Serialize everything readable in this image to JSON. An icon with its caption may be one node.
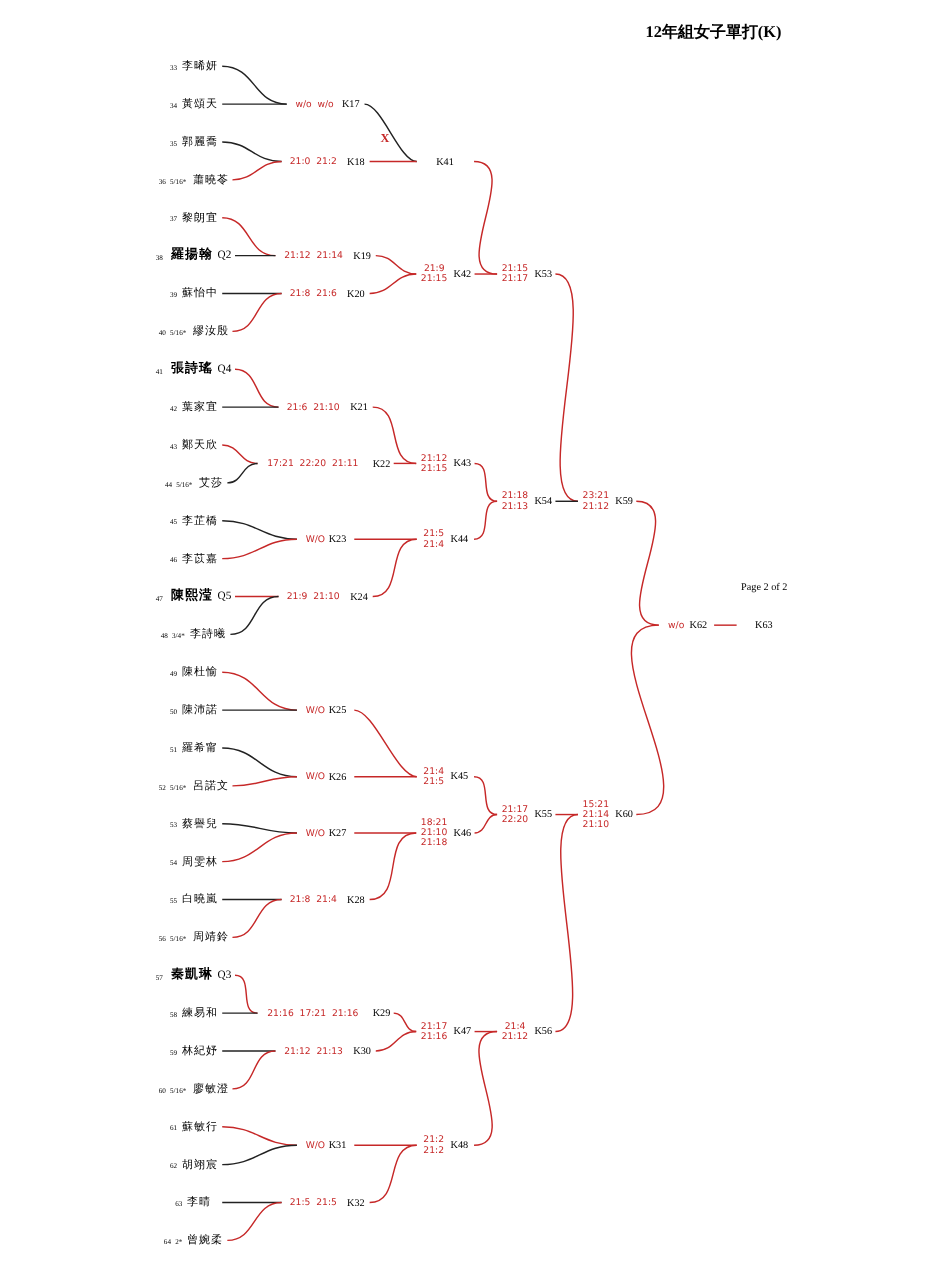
{
  "diagram": {
    "title": "12年組女子單打(K)",
    "nodes": [
      {
        "text": [
          "李晞妍"
        ],
        "beside": [
          "33"
        ]
      },
      {
        "text": [
          "黃頌天"
        ],
        "beside": [
          "34"
        ]
      },
      {
        "text": [
          "郭麗喬"
        ],
        "beside": [
          "35"
        ]
      },
      {
        "text": [
          "蕭曉苓"
        ],
        "beside": [
          "36",
          "5/16*"
        ]
      },
      {
        "text": [
          "黎朗宜"
        ],
        "beside": [
          "37"
        ]
      },
      {
        "text": [
          "羅揚翰",
          "Q2"
        ],
        "beside": [
          "38"
        ]
      },
      {
        "text": [
          "蘇怡中"
        ],
        "beside": [
          "39"
        ]
      },
      {
        "text": [
          "繆汝殷"
        ],
        "beside": [
          "40",
          "5/16*"
        ]
      },
      {
        "text": [
          "張詩瑤",
          "Q4"
        ],
        "beside": [
          "41"
        ]
      },
      {
        "text": [
          "葉家宜"
        ],
        "beside": [
          "42"
        ]
      },
      {
        "text": [
          "鄭天欣"
        ],
        "beside": [
          "43"
        ]
      },
      {
        "text": [
          "艾莎"
        ],
        "beside": [
          "44",
          "5/16*"
        ]
      },
      {
        "text": [
          "李芷橋"
        ],
        "beside": [
          "45"
        ]
      },
      {
        "text": [
          "李苡嘉"
        ],
        "beside": [
          "46"
        ]
      },
      {
        "text": [
          "陳熙滢",
          "Q5"
        ],
        "beside": [
          "47"
        ]
      },
      {
        "text": [
          "李詩曦"
        ],
        "beside": [
          "48",
          "3/4*"
        ]
      },
      {
        "text": [
          "陳杜愉"
        ],
        "beside": [
          "49"
        ]
      },
      {
        "text": [
          "陳沛諾"
        ],
        "beside": [
          "50"
        ]
      },
      {
        "text": [
          "羅希甯"
        ],
        "beside": [
          "51"
        ]
      },
      {
        "text": [
          "呂諾文"
        ],
        "beside": [
          "52",
          "5/16*"
        ]
      },
      {
        "text": [
          "蔡譽兒"
        ],
        "beside": [
          "53"
        ]
      },
      {
        "text": [
          "周雯林"
        ],
        "beside": [
          "54"
        ]
      },
      {
        "text": [
          "白曉嵐"
        ],
        "beside": [
          "55"
        ]
      },
      {
        "text": [
          "周靖鈴"
        ],
        "beside": [
          "56",
          "5/16*"
        ]
      },
      {
        "text": [
          "秦凱琳",
          "Q3"
        ],
        "beside": [
          "57"
        ]
      },
      {
        "text": [
          "練易和"
        ],
        "beside": [
          "58"
        ]
      },
      {
        "text": [
          "林紀妤"
        ],
        "beside": [
          "59"
        ]
      },
      {
        "text": [
          "廖敏澄"
        ],
        "beside": [
          "60",
          "5/16*"
        ]
      },
      {
        "text": [
          "蘇敏行"
        ],
        "beside": [
          "61"
        ]
      },
      {
        "text": [
          "胡翊宸"
        ],
        "beside": [
          "62"
        ]
      },
      {
        "text": [
          "李晴"
        ],
        "beside": [
          "63"
        ]
      },
      {
        "text": [
          "曾婉柔"
        ],
        "beside": [
          "64",
          "2*"
        ]
      },
      {
        "text": [
          "K17"
        ],
        "beside": [
          "w/o",
          "w/o"
        ]
      },
      {
        "text": [
          "K18"
        ],
        "beside": [
          "21:0",
          "21:2"
        ]
      },
      {
        "text": [
          "K19"
        ],
        "beside": [
          "21:12",
          "21:14"
        ]
      },
      {
        "text": [
          "K20"
        ],
        "beside": [
          "21:8",
          "21:6"
        ]
      },
      {
        "text": [
          "K21"
        ],
        "beside": [
          "21:6",
          "21:10"
        ]
      },
      {
        "text": [
          "K22"
        ],
        "beside": [
          "17:21",
          "22:20",
          "21:11"
        ]
      },
      {
        "text": [
          "K23"
        ],
        "beside": [
          "W/O"
        ]
      },
      {
        "text": [
          "K24"
        ],
        "beside": [
          "21:9",
          "21:10"
        ]
      },
      {
        "text": [
          "K25"
        ],
        "beside": [
          "W/O"
        ]
      },
      {
        "text": [
          "K26"
        ],
        "beside": [
          "W/O"
        ]
      },
      {
        "text": [
          "K27"
        ],
        "beside": [
          "W/O"
        ]
      },
      {
        "text": [
          "K28"
        ],
        "beside": [
          "21:8",
          "21:4"
        ]
      },
      {
        "text": [
          "K29"
        ],
        "beside": [
          "21:16",
          "17:21",
          "21:16"
        ]
      },
      {
        "text": [
          "K30"
        ],
        "beside": [
          "21:12",
          "21:13"
        ]
      },
      {
        "text": [
          "K31"
        ],
        "beside": [
          "W/O"
        ]
      },
      {
        "text": [
          "K32"
        ],
        "beside": [
          "21:5",
          "21:5"
        ]
      },
      {
        "text": [
          "K41"
        ]
      },
      {
        "text": [
          "K42"
        ],
        "beside": [
          "21:9",
          "21:15"
        ]
      },
      {
        "text": [
          "K43"
        ],
        "beside": [
          "21:12",
          "21:15"
        ]
      },
      {
        "text": [
          "K44"
        ],
        "beside": [
          "21:5",
          "21:4"
        ]
      },
      {
        "text": [
          "K45"
        ],
        "beside": [
          "21:4",
          "21:5"
        ]
      },
      {
        "text": [
          "K46"
        ],
        "beside": [
          "18:21",
          "21:10",
          "21:18"
        ]
      },
      {
        "text": [
          "K47"
        ],
        "beside": [
          "21:17",
          "21:16"
        ]
      },
      {
        "text": [
          "K48"
        ],
        "beside": [
          "21:2",
          "21:2"
        ]
      },
      {
        "text": [
          "K53"
        ],
        "beside": [
          "21:15",
          "21:17"
        ]
      },
      {
        "text": [
          "K54"
        ],
        "beside": [
          "21:18",
          "21:13"
        ]
      },
      {
        "text": [
          "K55"
        ],
        "beside": [
          "21:17",
          "22:20"
        ]
      },
      {
        "text": [
          "K56"
        ],
        "beside": [
          "21:4",
          "21:12"
        ]
      },
      {
        "text": [
          "K59"
        ],
        "beside": [
          "23:21",
          "21:12"
        ]
      },
      {
        "text": [
          "K60"
        ],
        "beside": [
          "15:21",
          "21:14",
          "21:10"
        ]
      },
      {
        "text": [
          "K62"
        ],
        "beside": [
          "w/o"
        ]
      },
      {
        "text": [
          "K63"
        ]
      }
    ],
    "edges": [
      {
        "from": 0,
        "to": 32,
        "arrow": "none",
        "color": "#222222"
      },
      {
        "from": 1,
        "to": 32,
        "arrow": "none",
        "color": "#222222"
      },
      {
        "from": 2,
        "to": 33,
        "arrow": "none",
        "color": "#222222"
      },
      {
        "from": 3,
        "to": 33,
        "arrow": "none"
      },
      {
        "from": 4,
        "to": 34,
        "arrow": "none"
      },
      {
        "from": 5,
        "to": 34,
        "arrow": "none",
        "color": "#222222"
      },
      {
        "from": 6,
        "to": 35,
        "arrow": "none",
        "color": "#222222"
      },
      {
        "from": 7,
        "to": 35,
        "arrow": "none"
      },
      {
        "from": 8,
        "to": 36,
        "arrow": "none"
      },
      {
        "from": 9,
        "to": 36,
        "arrow": "none",
        "color": "#222222"
      },
      {
        "from": 10,
        "to": 37,
        "arrow": "none"
      },
      {
        "from": 11,
        "to": 37,
        "arrow": "none",
        "color": "#222222"
      },
      {
        "from": 12,
        "to": 38,
        "arrow": "none",
        "color": "#222222"
      },
      {
        "from": 13,
        "to": 38,
        "arrow": "none"
      },
      {
        "from": 14,
        "to": 39,
        "arrow": "none"
      },
      {
        "from": 15,
        "to": 39,
        "arrow": "none",
        "color": "#222222"
      },
      {
        "from": 16,
        "to": 40,
        "arrow": "none"
      },
      {
        "from": 17,
        "to": 40,
        "arrow": "none",
        "color": "#222222"
      },
      {
        "from": 18,
        "to": 41,
        "arrow": "none",
        "color": "#222222"
      },
      {
        "from": 19,
        "to": 41,
        "arrow": "none"
      },
      {
        "from": 20,
        "to": 42,
        "arrow": "none",
        "color": "#222222"
      },
      {
        "from": 21,
        "to": 42,
        "arrow": "none"
      },
      {
        "from": 22,
        "to": 43,
        "arrow": "none",
        "color": "#222222"
      },
      {
        "from": 23,
        "to": 43,
        "arrow": "none"
      },
      {
        "from": 24,
        "to": 44,
        "arrow": "none"
      },
      {
        "from": 25,
        "to": 44,
        "arrow": "none",
        "color": "#222222"
      },
      {
        "from": 26,
        "to": 45,
        "arrow": "none",
        "color": "#222222"
      },
      {
        "from": 27,
        "to": 45,
        "arrow": "none"
      },
      {
        "from": 28,
        "to": 46,
        "arrow": "none"
      },
      {
        "from": 29,
        "to": 46,
        "arrow": "none",
        "color": "#222222"
      },
      {
        "from": 30,
        "to": 47,
        "arrow": "none",
        "color": "#222222"
      },
      {
        "from": 31,
        "to": 47,
        "arrow": "none"
      },
      {
        "from": 32,
        "to": 48,
        "arrow": "none",
        "label": "X",
        "color": "#222222"
      },
      {
        "from": 33,
        "to": 48,
        "arrow": "none"
      },
      {
        "from": 34,
        "to": 49,
        "arrow": "none"
      },
      {
        "from": 35,
        "to": 49,
        "arrow": "none"
      },
      {
        "from": 36,
        "to": 50,
        "arrow": "none"
      },
      {
        "from": 37,
        "to": 50,
        "arrow": "none"
      },
      {
        "from": 38,
        "to": 51,
        "arrow": "none"
      },
      {
        "from": 39,
        "to": 51,
        "arrow": "none"
      },
      {
        "from": 40,
        "to": 52,
        "arrow": "none"
      },
      {
        "from": 41,
        "to": 52,
        "arrow": "none"
      },
      {
        "from": 42,
        "to": 53,
        "arrow": "none"
      },
      {
        "from": 43,
        "to": 53,
        "arrow": "none"
      },
      {
        "from": 44,
        "to": 54,
        "arrow": "none"
      },
      {
        "from": 45,
        "to": 54,
        "arrow": "none"
      },
      {
        "from": 46,
        "to": 55,
        "arrow": "none"
      },
      {
        "from": 47,
        "to": 55,
        "arrow": "none"
      },
      {
        "from": 48,
        "to": 56,
        "arrow": "none"
      },
      {
        "from": 49,
        "to": 56,
        "arrow": "none"
      },
      {
        "from": 50,
        "to": 57,
        "arrow": "none"
      },
      {
        "from": 51,
        "to": 57,
        "arrow": "none"
      },
      {
        "from": 52,
        "to": 58,
        "arrow": "none"
      },
      {
        "from": 53,
        "to": 58,
        "arrow": "none"
      },
      {
        "from": 54,
        "to": 59,
        "arrow": "none"
      },
      {
        "from": 55,
        "to": 59,
        "arrow": "none"
      },
      {
        "from": 56,
        "to": 60,
        "arrow": "none"
      },
      {
        "from": 57,
        "to": 60,
        "arrow": "none",
        "color": "#222222"
      },
      {
        "from": 58,
        "to": 61,
        "arrow": "none"
      },
      {
        "from": 59,
        "to": 61,
        "arrow": "none"
      },
      {
        "from": 60,
        "to": 62,
        "arrow": "none"
      },
      {
        "from": 61,
        "to": 62,
        "arrow": "none"
      },
      {
        "from": 62,
        "to": 63,
        "arrow": "none"
      }
    ],
    "labels": [
      "Page 2 of 2"
    ]
  }
}
